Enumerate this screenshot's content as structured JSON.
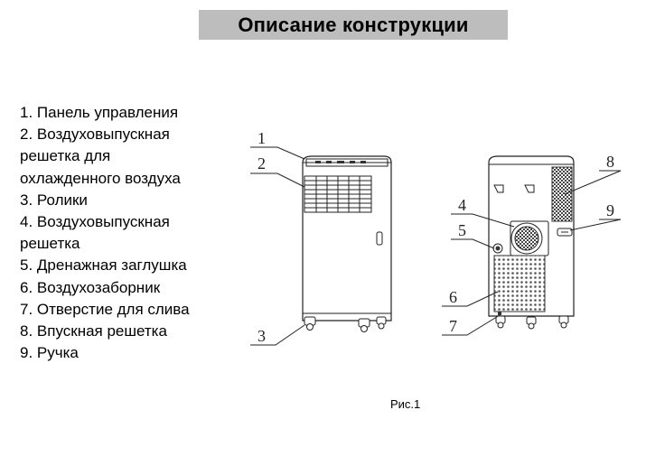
{
  "header": {
    "title": "Описание конструкции"
  },
  "legend": {
    "items": [
      "1. Панель управления",
      "2. Воздуховыпускная решетка для охлажденного воздуха",
      "3. Ролики",
      "4. Воздуховыпускная решетка",
      "5. Дренажная заглушка",
      "6. Воздухозаборник",
      "7. Отверстие для слива",
      "8. Впускная решетка",
      "9. Ручка"
    ]
  },
  "figure": {
    "callouts": [
      "1",
      "2",
      "3",
      "4",
      "5",
      "6",
      "7",
      "8",
      "9"
    ],
    "caption": "Рис.1"
  }
}
